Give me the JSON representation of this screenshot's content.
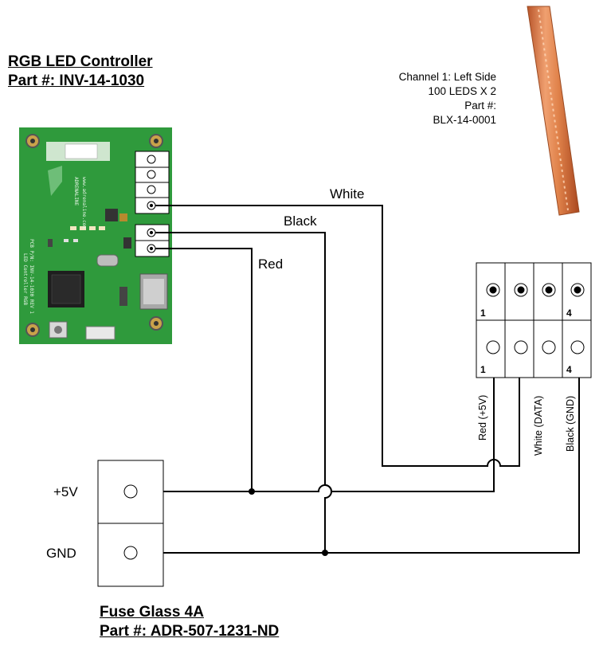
{
  "controller": {
    "title_line1": "RGB LED Controller",
    "title_line2": "Part #: INV-14-1030",
    "pcb_text": [
      "ADRENALINE",
      "www.adrenaline.com",
      "LED Controller RGB",
      "PCB P/N: INV-14-1030 REV 1"
    ]
  },
  "strip": {
    "line1": "Channel 1: Left Side",
    "line2": "100 LEDS X 2",
    "line3": "Part #:",
    "line4": "BLX-14-0001"
  },
  "wires": {
    "white": "White",
    "black": "Black",
    "red": "Red"
  },
  "connector": {
    "top_num_left": "1",
    "top_num_right": "4",
    "bottom_num_left": "1",
    "bottom_num_right": "4",
    "label_red": "Red (+5V)",
    "label_white": "White (DATA)",
    "label_black": "Black (GND)"
  },
  "fuse": {
    "plus_label": "+5V",
    "gnd_label": "GND",
    "title_line1": "Fuse Glass 4A",
    "title_line2": "Part #: ADR-507-1231-ND"
  },
  "colors": {
    "pcb_green": "#2f9a3c",
    "strip_orange": "#d9773c",
    "wire": "#000000"
  }
}
